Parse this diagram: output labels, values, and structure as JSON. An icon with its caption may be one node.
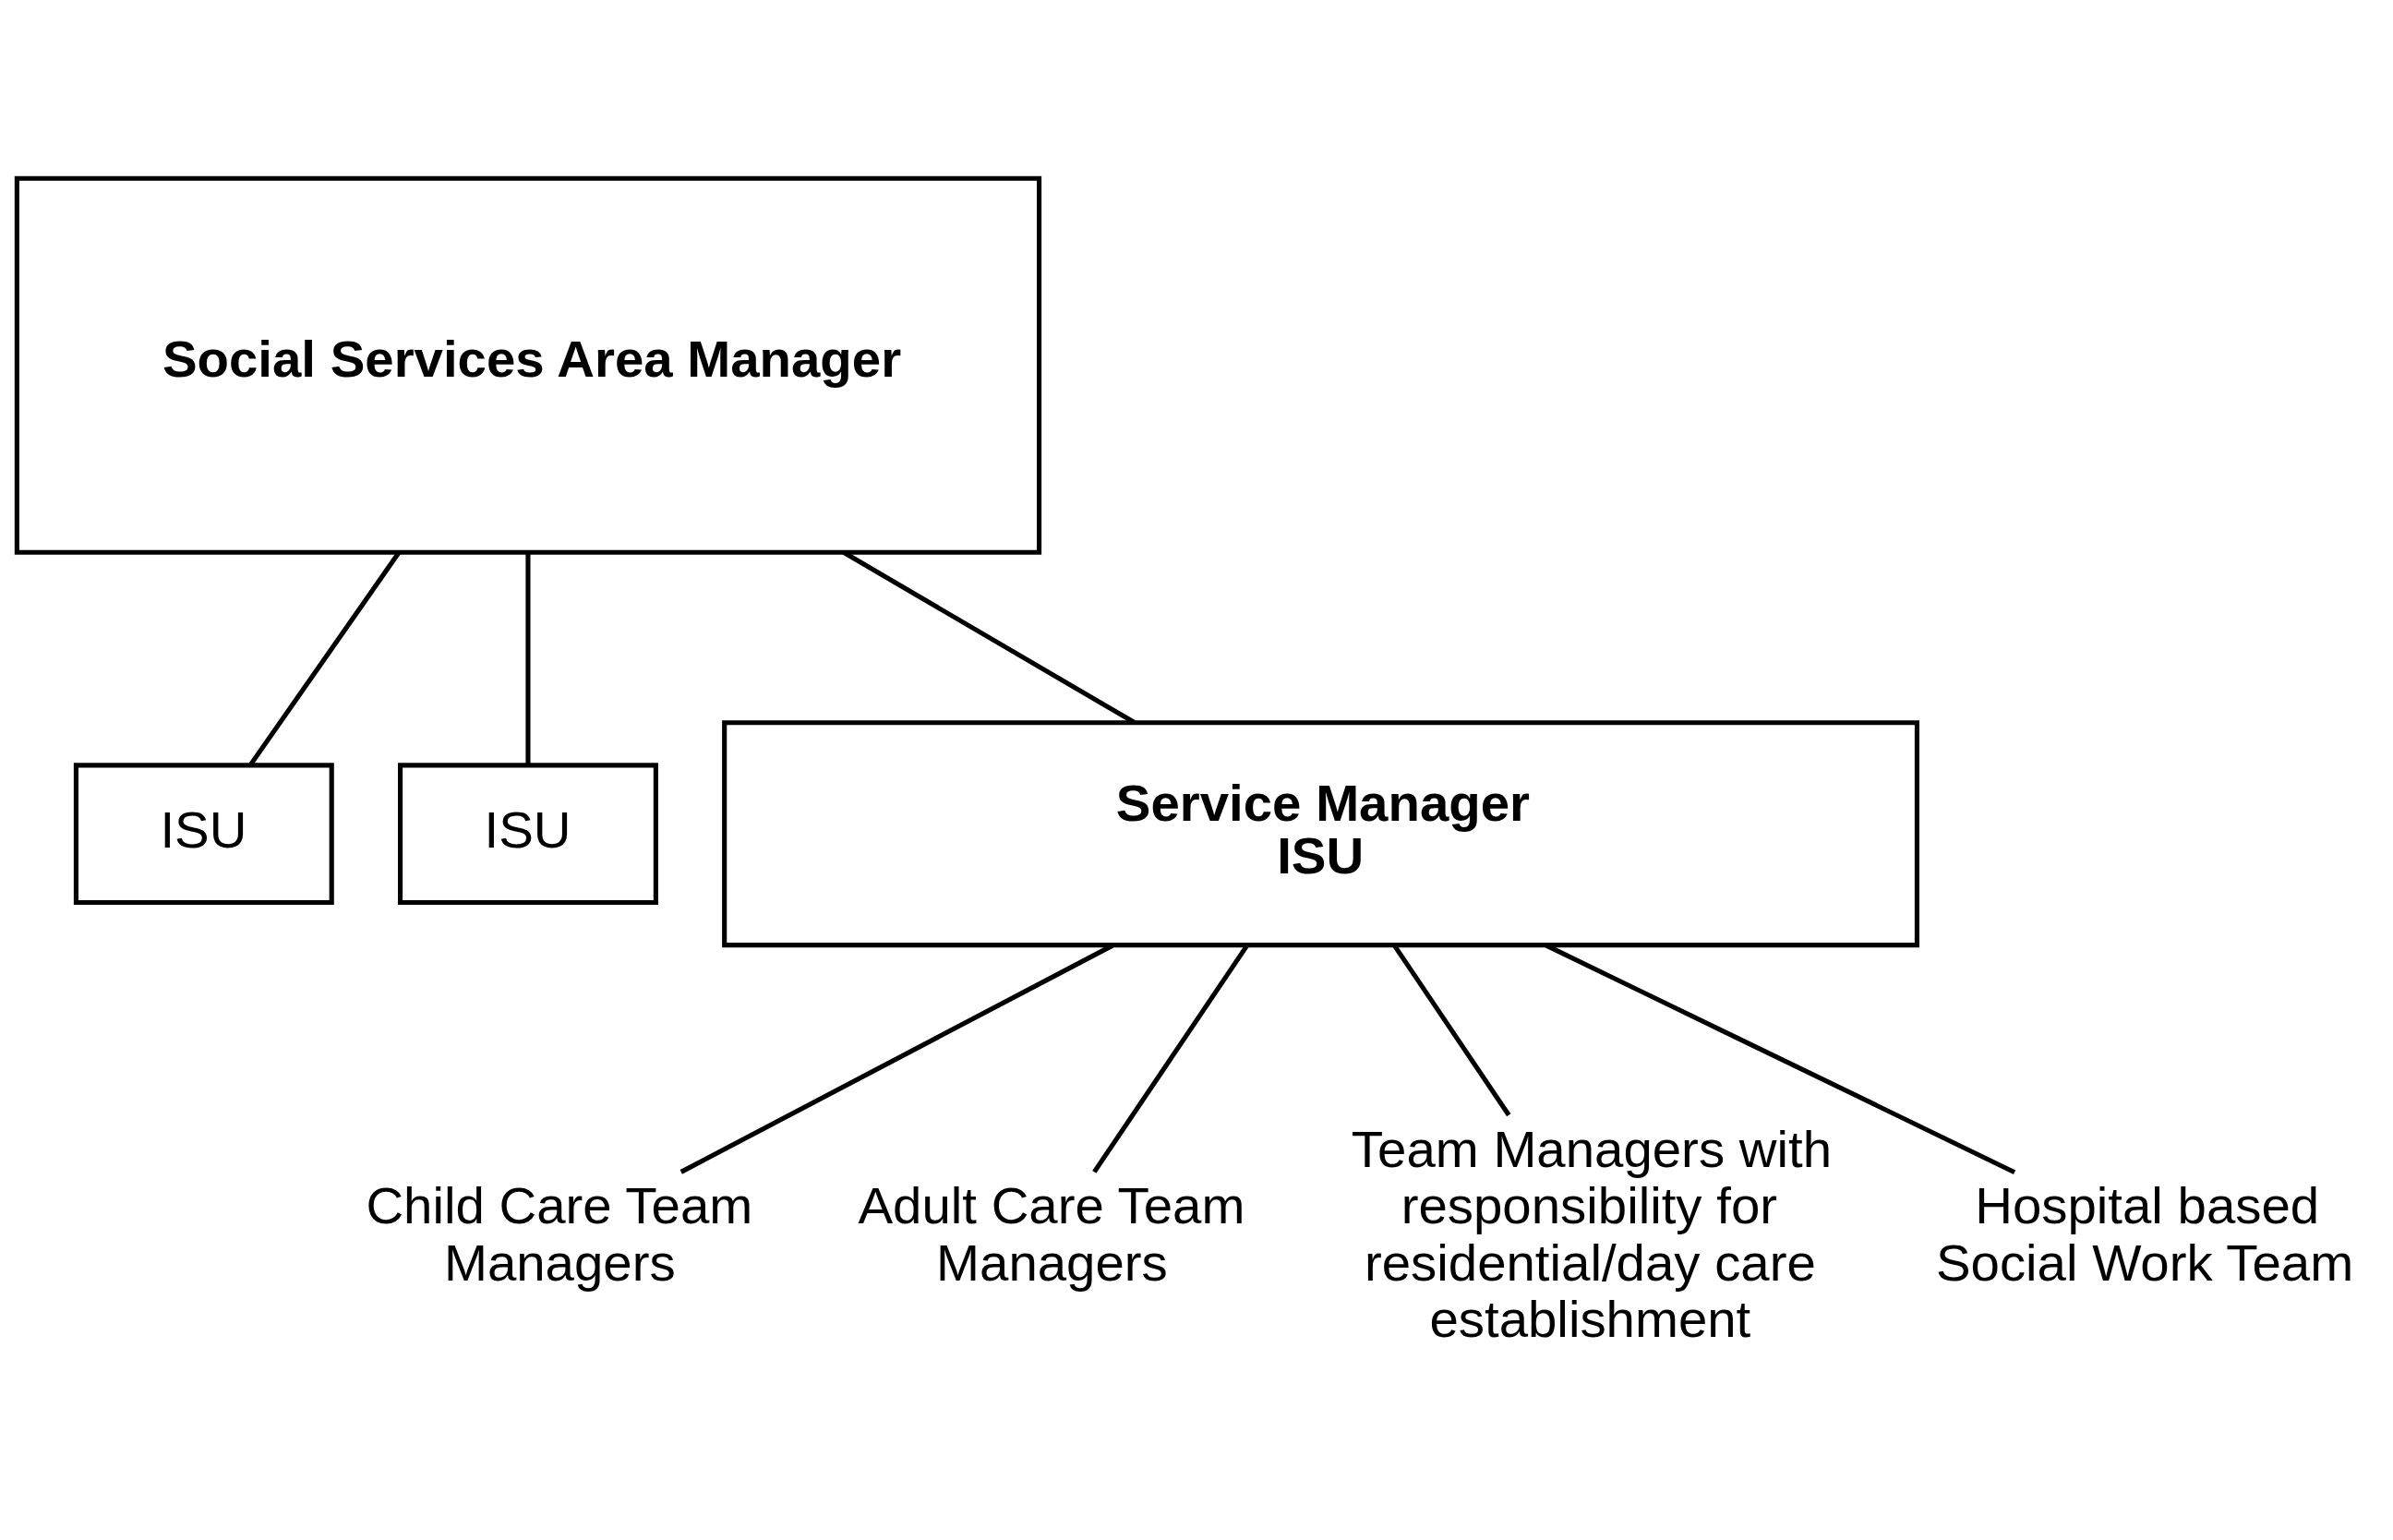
{
  "diagram": {
    "nodes": [
      {
        "text": [
          "Social Services Area Manager"
        ]
      },
      {
        "text": [
          "ISU"
        ]
      },
      {
        "text": [
          "ISU"
        ]
      },
      {
        "text": [
          "Service Manager",
          "ISU"
        ]
      },
      {
        "text": [
          "Child Care Team Managers"
        ]
      },
      {
        "text": [
          "Adult Care Team Managers"
        ]
      },
      {
        "text": [
          "Team Managers with responsibility for residential/day care establishment"
        ]
      },
      {
        "text": [
          "Hospital based Social Work Team"
        ]
      }
    ],
    "edges": [
      {
        "from": 0,
        "to": 1,
        "arrow": "none"
      },
      {
        "from": 0,
        "to": 2,
        "arrow": "none"
      },
      {
        "from": 0,
        "to": 3,
        "arrow": "none"
      },
      {
        "from": 3,
        "to": 4,
        "arrow": "none"
      },
      {
        "from": 3,
        "to": 5,
        "arrow": "none"
      },
      {
        "from": 3,
        "to": 6,
        "arrow": "none"
      },
      {
        "from": 3,
        "to": 7,
        "arrow": "none"
      }
    ]
  }
}
